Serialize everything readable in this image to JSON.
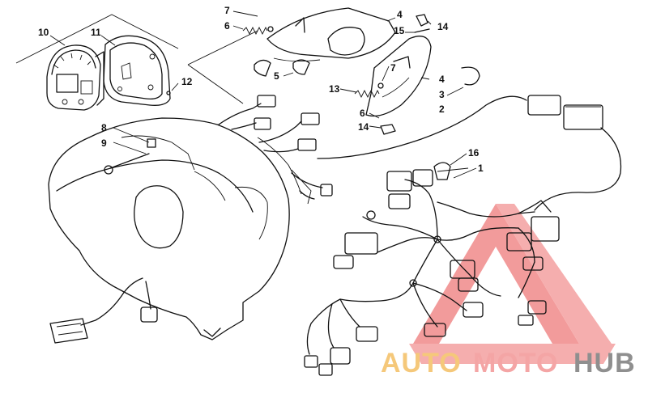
{
  "callouts": [
    {
      "id": "c10",
      "label": "10"
    },
    {
      "id": "c11",
      "label": "11"
    },
    {
      "id": "c12",
      "label": "12"
    },
    {
      "id": "c7a",
      "label": "7"
    },
    {
      "id": "c6a",
      "label": "6"
    },
    {
      "id": "c4a",
      "label": "4"
    },
    {
      "id": "c15",
      "label": "15"
    },
    {
      "id": "c14a",
      "label": "14"
    },
    {
      "id": "c5",
      "label": "5"
    },
    {
      "id": "c7b",
      "label": "7"
    },
    {
      "id": "c13",
      "label": "13"
    },
    {
      "id": "c4b",
      "label": "4"
    },
    {
      "id": "c3",
      "label": "3"
    },
    {
      "id": "c2",
      "label": "2"
    },
    {
      "id": "c6b",
      "label": "6"
    },
    {
      "id": "c14b",
      "label": "14"
    },
    {
      "id": "c8",
      "label": "8"
    },
    {
      "id": "c9",
      "label": "9"
    },
    {
      "id": "c16",
      "label": "16"
    },
    {
      "id": "c1",
      "label": "1"
    }
  ],
  "watermark": {
    "part1": "AUTO",
    "part2": "MOTO",
    "part3": "HUB",
    "color_part1": "#f5c87a",
    "color_part2": "#f4a5a5",
    "color_part3": "#8f8f8f",
    "triangle_color": "#f08080"
  }
}
